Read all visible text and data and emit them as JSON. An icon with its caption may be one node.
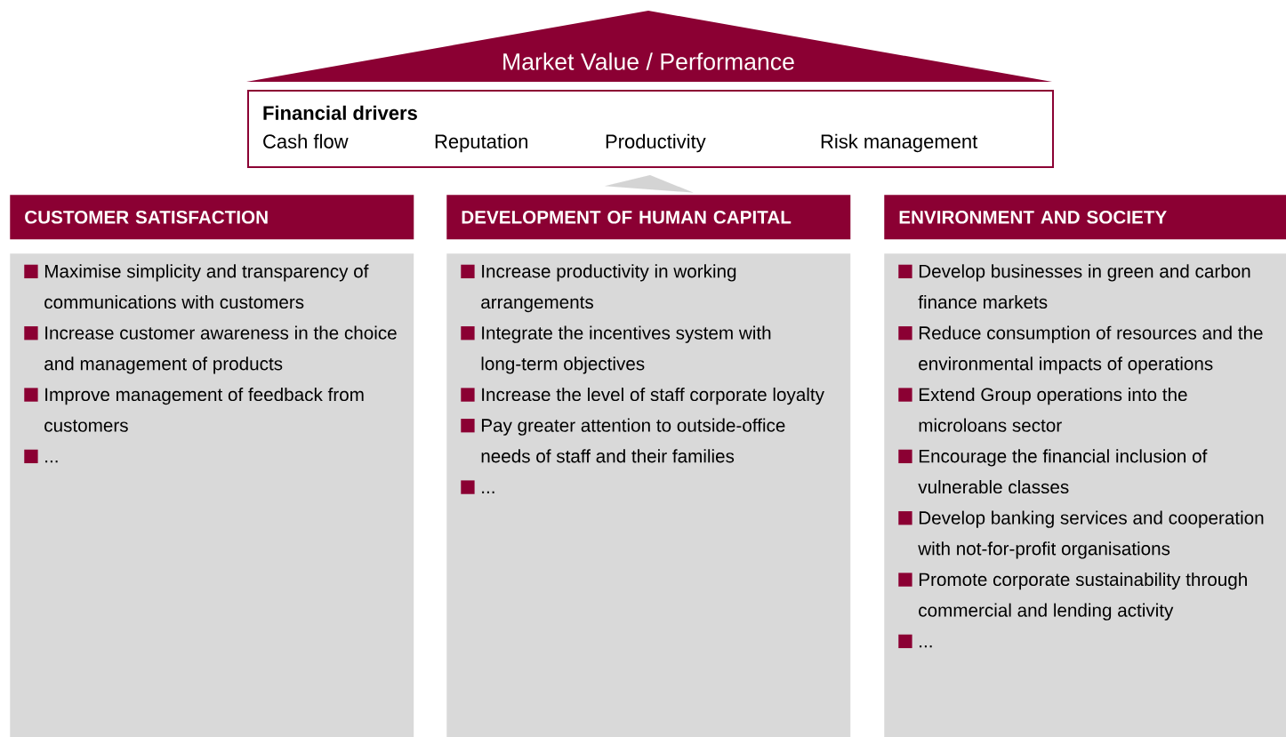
{
  "diagram": {
    "nodes": [
      {
        "text": [
          "Market Value / Performance"
        ]
      },
      {
        "text": [
          "Financial drivers",
          "Cash flow",
          "Reputation",
          "Productivity",
          "Risk management"
        ]
      },
      {
        "text": [
          "CUSTOMER SATISFACTION"
        ]
      },
      {
        "text": [
          "DEVELOPMENT OF HUMAN CAPITAL"
        ]
      },
      {
        "text": [
          "ENVIRONMENT AND SOCIETY"
        ]
      },
      {
        "text": [
          "Maximise simplicity and transparency of communications with customers",
          "Increase customer awareness in the choice and management of products",
          "Improve management of feedback from customers",
          "..."
        ]
      },
      {
        "text": [
          "Increase productivity in working arrangements",
          "Integrate the incentives system with long-term objectives",
          "Increase the level of staff corporate loyalty",
          "Pay greater attention to outside-office needs of staff and their families",
          "..."
        ]
      },
      {
        "text": [
          "Develop businesses in green and carbon finance markets",
          "Reduce consumption of resources and the environmental impacts of operations",
          "Extend Group operations into the microloans sector",
          "Encourage the financial inclusion of vulnerable classes",
          "Develop banking services and cooperation with not-for-profit organisations",
          "Promote corporate sustainability through commercial and lending activity",
          "..."
        ]
      }
    ],
    "edges": [
      {
        "from": 3,
        "to": 1,
        "arrow": "to",
        "color": "#d4d4d4"
      }
    ]
  }
}
